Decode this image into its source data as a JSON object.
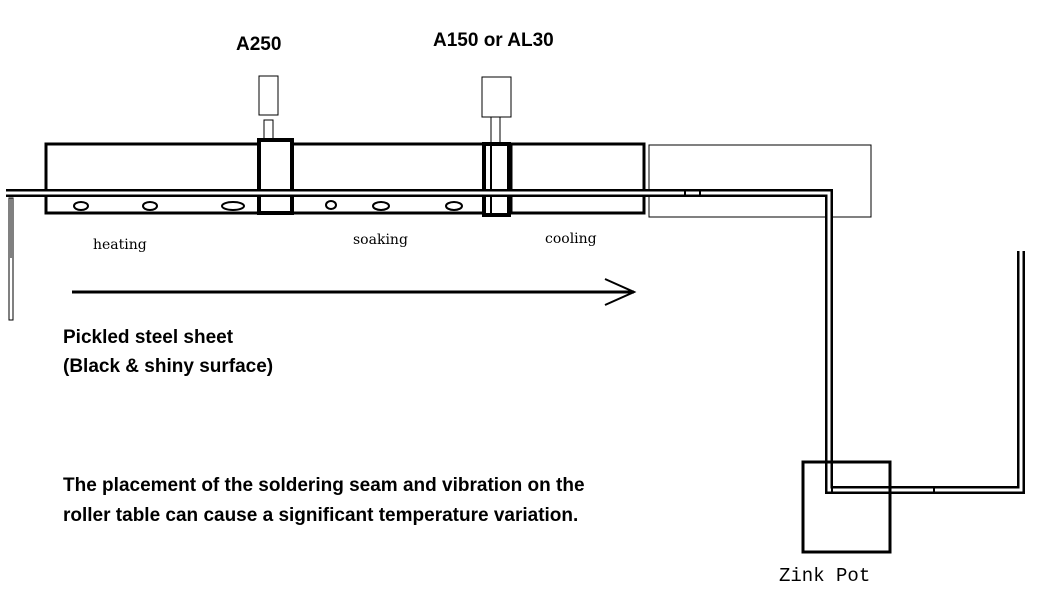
{
  "labels": {
    "sensor_a": "A250",
    "sensor_b": "A150 or AL30",
    "zone_heating": "heating",
    "zone_soaking": "soaking",
    "zone_cooling": "cooling",
    "material_line1": "Pickled steel sheet",
    "material_line2": "(Black & shiny surface)",
    "note_line1": "The placement of the soldering seam and vibration on the",
    "note_line2": "roller table can cause a significant temperature variation.",
    "pot": "Zink Pot"
  },
  "colors": {
    "ink": "#000000",
    "background": "#ffffff"
  }
}
